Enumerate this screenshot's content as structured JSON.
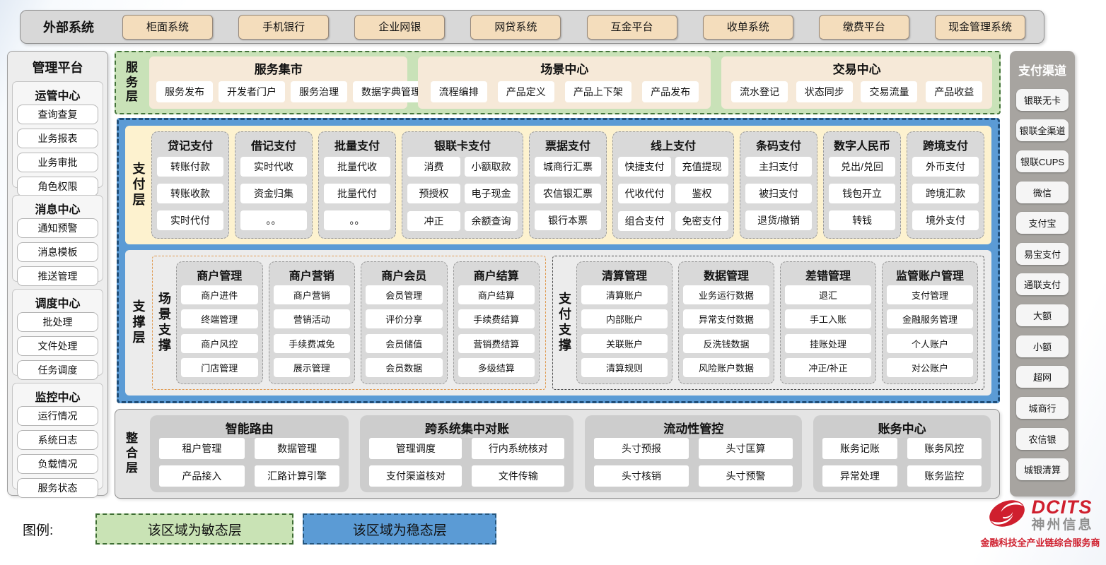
{
  "external_systems": {
    "label": "外部系统",
    "items": [
      "柜面系统",
      "手机银行",
      "企业网银",
      "网贷系统",
      "互金平台",
      "收单系统",
      "缴费平台",
      "现金管理系统"
    ]
  },
  "management_platform": {
    "title": "管理平台",
    "groups": [
      {
        "title": "运管中心",
        "items": [
          "查询查复",
          "业务报表",
          "业务审批",
          "角色权限"
        ]
      },
      {
        "title": "消息中心",
        "items": [
          "通知预警",
          "消息模板",
          "推送管理"
        ]
      },
      {
        "title": "调度中心",
        "items": [
          "批处理",
          "文件处理",
          "任务调度"
        ]
      },
      {
        "title": "监控中心",
        "items": [
          "运行情况",
          "系统日志",
          "负载情况",
          "服务状态"
        ]
      }
    ]
  },
  "service_layer": {
    "label": "服务层",
    "groups": [
      {
        "title": "服务集市",
        "items": [
          "服务发布",
          "开发者门户",
          "服务治理",
          "数据字典管理"
        ]
      },
      {
        "title": "场景中心",
        "items": [
          "流程编排",
          "产品定义",
          "产品上下架",
          "产品发布"
        ]
      },
      {
        "title": "交易中心",
        "items": [
          "流水登记",
          "状态同步",
          "交易流量",
          "产品收益"
        ]
      }
    ]
  },
  "payment_layer": {
    "label": "支付层",
    "columns": [
      {
        "title": "贷记支付",
        "items": [
          "转账付款",
          "转账收款",
          "实时代付"
        ]
      },
      {
        "title": "借记支付",
        "items": [
          "实时代收",
          "资金归集",
          "。。"
        ]
      },
      {
        "title": "批量支付",
        "items": [
          "批量代收",
          "批量代付",
          "。。"
        ]
      },
      {
        "title": "银联卡支付",
        "items": [
          "消费",
          "小额取款",
          "预授权",
          "电子现金",
          "冲正",
          "余额查询"
        ]
      },
      {
        "title": "票据支付",
        "items": [
          "城商行汇票",
          "农信银汇票",
          "银行本票"
        ]
      },
      {
        "title": "线上支付",
        "items": [
          "快捷支付",
          "充值提现",
          "代收代付",
          "鉴权",
          "组合支付",
          "免密支付"
        ]
      },
      {
        "title": "条码支付",
        "items": [
          "主扫支付",
          "被扫支付",
          "退货/撤销"
        ]
      },
      {
        "title": "数字人民币",
        "items": [
          "兑出/兑回",
          "钱包开立",
          "转钱"
        ]
      },
      {
        "title": "跨境支付",
        "items": [
          "外币支付",
          "跨境汇款",
          "境外支付"
        ]
      }
    ]
  },
  "support_layer": {
    "label": "支撑层",
    "scene_support": {
      "label": "场景支撑",
      "columns": [
        {
          "title": "商户管理",
          "items": [
            "商户进件",
            "终端管理",
            "商户风控",
            "门店管理"
          ]
        },
        {
          "title": "商户营销",
          "items": [
            "商户营销",
            "营销活动",
            "手续费减免",
            "展示管理"
          ]
        },
        {
          "title": "商户会员",
          "items": [
            "会员管理",
            "评价分享",
            "会员储值",
            "会员数据"
          ]
        },
        {
          "title": "商户结算",
          "items": [
            "商户结算",
            "手续费结算",
            "营销费结算",
            "多级结算"
          ]
        }
      ]
    },
    "payment_support": {
      "label": "支付支撑",
      "columns": [
        {
          "title": "清算管理",
          "items": [
            "清算账户",
            "内部账户",
            "关联账户",
            "清算规则"
          ]
        },
        {
          "title": "数据管理",
          "items": [
            "业务运行数据",
            "异常支付数据",
            "反洗钱数据",
            "风险账户数据"
          ]
        },
        {
          "title": "差错管理",
          "items": [
            "退汇",
            "手工入账",
            "挂账处理",
            "冲正/补正"
          ]
        },
        {
          "title": "监管账户管理",
          "items": [
            "支付管理",
            "金融服务管理",
            "个人账户",
            "对公账户"
          ]
        }
      ]
    }
  },
  "integration_layer": {
    "label": "整合层",
    "groups": [
      {
        "title": "智能路由",
        "items": [
          "租户管理",
          "数据管理",
          "产品接入",
          "汇路计算引擎"
        ]
      },
      {
        "title": "跨系统集中对账",
        "items": [
          "管理调度",
          "行内系统核对",
          "支付渠道核对",
          "文件传输"
        ]
      },
      {
        "title": "流动性管控",
        "items": [
          "头寸预报",
          "头寸匡算",
          "头寸核销",
          "头寸预警"
        ]
      },
      {
        "title": "账务中心",
        "items": [
          "账务记账",
          "账务风控",
          "异常处理",
          "账务监控"
        ]
      }
    ]
  },
  "payment_channels": {
    "title": "支付渠道",
    "items": [
      "银联无卡",
      "银联全渠道",
      "银联CUPS",
      "微信",
      "支付宝",
      "易宝支付",
      "通联支付",
      "大额",
      "小额",
      "超网",
      "城商行",
      "农信银",
      "城银清算"
    ]
  },
  "legend": {
    "label": "图例:",
    "agile": "该区域为敏态层",
    "stable": "该区域为稳态层"
  },
  "logo": {
    "brand": "DCITS",
    "company": "神州信息",
    "tagline": "金融科技全产业链综合服务商"
  },
  "colors": {
    "agile_green_bg": "#c9e2b8",
    "agile_green_border": "#44743a",
    "stable_blue_bg": "#5b9bd5",
    "stable_blue_border": "#1f4e79",
    "payment_cream_bg": "#fdf2cf",
    "external_tan_bg": "#f4ddbc",
    "column_gray_bg": "#d9d9d9",
    "scene_support_border": "#e09a50",
    "payment_support_border": "#4a4a4a",
    "brand_red": "#cf1f2e"
  }
}
